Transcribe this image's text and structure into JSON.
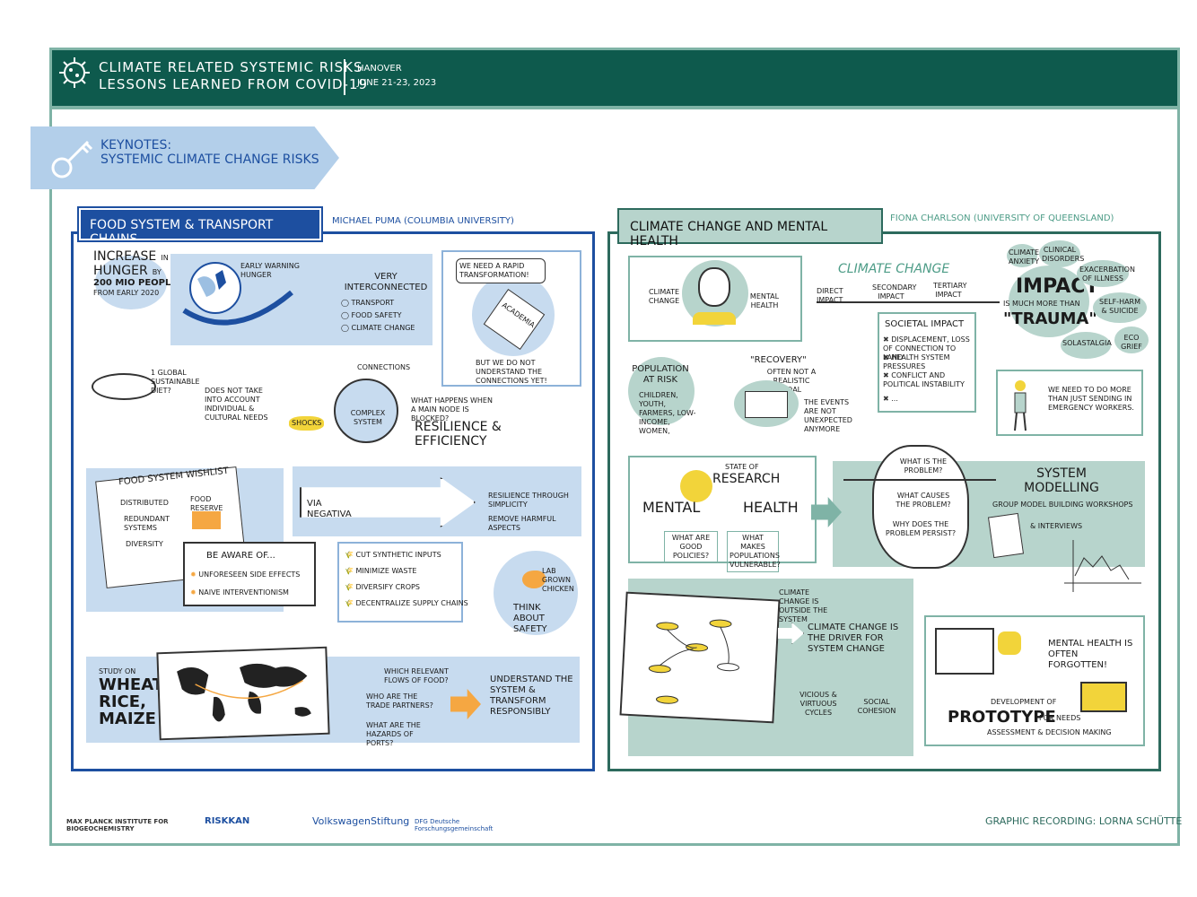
{
  "header": {
    "title_line1": "CLIMATE RELATED SYSTEMIC RISKS",
    "title_line2": "LESSONS LEARNED FROM COVID-19",
    "location": "HANOVER",
    "dates": "JUNE 21-23, 2023"
  },
  "keynotes": {
    "label": "KEYNOTES:",
    "topic": "SYSTEMIC CLIMATE CHANGE RISKS"
  },
  "left": {
    "title": "FOOD SYSTEM & TRANSPORT CHAINS",
    "speaker": "MICHAEL PUMA (COLUMBIA UNIVERSITY)",
    "hunger": {
      "l1": "INCREASE",
      "in": "IN",
      "l2": "HUNGER",
      "by": "BY",
      "l3": "200 MIO PEOPLE",
      "l4": "FROM EARLY 2020"
    },
    "early_warning": "EARLY WARNING HUNGER",
    "interconnected": {
      "title": "VERY INTERCONNECTED",
      "items": [
        "TRANSPORT",
        "FOOD SAFETY",
        "CLIMATE CHANGE"
      ]
    },
    "academia": {
      "speech": "WE NEED A RAPID TRANSFORMATION!",
      "book": "ACADEMIA",
      "note": "BUT WE DO NOT UNDERSTAND THE CONNECTIONS YET!"
    },
    "diet": {
      "q": "1 GLOBAL SUSTAINABLE DIET?",
      "note": "DOES NOT TAKE INTO ACCOUNT INDIVIDUAL & CULTURAL NEEDS"
    },
    "complex": {
      "connections": "CONNECTIONS",
      "shocks": "SHOCKS",
      "label": "COMPLEX SYSTEM",
      "question": "WHAT HAPPENS WHEN A MAIN NODE IS BLOCKED?",
      "res1": "RESILIENCE &",
      "res2": "EFFICIENCY"
    },
    "wishlist": {
      "title": "FOOD SYSTEM WISHLIST",
      "items": [
        "DISTRIBUTED",
        "REDUNDANT SYSTEMS",
        "DIVERSITY"
      ],
      "reserve": "FOOD RESERVE"
    },
    "aware": {
      "title": "BE AWARE OF...",
      "items": [
        "UNFORESEEN SIDE EFFECTS",
        "NAIVE INTERVENTIONISM"
      ]
    },
    "negativa": {
      "label": "VIA NEGATIVA",
      "r1": "RESILIENCE THROUGH SIMPLICITY",
      "r2": "REMOVE HARMFUL ASPECTS"
    },
    "actions": [
      "CUT SYNTHETIC INPUTS",
      "MINIMIZE WASTE",
      "DIVERSIFY CROPS",
      "DECENTRALIZE SUPPLY CHAINS"
    ],
    "chicken": {
      "label": "LAB GROWN CHICKEN",
      "think": "THINK ABOUT SAFETY"
    },
    "study": {
      "l1": "STUDY ON",
      "l2": "WHEAT,",
      "l3": "RICE,",
      "l4": "MAIZE"
    },
    "questions": [
      "WHICH RELEVANT FLOWS OF FOOD?",
      "WHO ARE THE TRADE PARTNERS?",
      "WHAT ARE THE HAZARDS OF PORTS?"
    ],
    "understand": "UNDERSTAND THE SYSTEM & TRANSFORM RESPONSIBLY"
  },
  "right": {
    "title": "CLIMATE CHANGE AND MENTAL HEALTH",
    "speaker": "FIONA CHARLSON (UNIVERSITY OF QUEENSLAND)",
    "person": {
      "left": "CLIMATE CHANGE",
      "right": "MENTAL HEALTH"
    },
    "cc": {
      "title": "CLIMATE CHANGE",
      "direct": "DIRECT IMPACT",
      "secondary": "SECONDARY IMPACT",
      "tertiary": "TERTIARY IMPACT"
    },
    "impact": {
      "title": "IMPACT",
      "sub": "IS MUCH MORE THAN",
      "trauma": "\"TRAUMA\""
    },
    "bubbles": [
      "CLIMATE ANXIETY",
      "CLINICAL DISORDERS",
      "EXACERBATION OF ILLNESS",
      "SELF-HARM & SUICIDE",
      "SOLASTALGIA",
      "ECO GRIEF"
    ],
    "societal": {
      "title": "SOCIETAL IMPACT",
      "items": [
        "DISPLACEMENT, LOSS OF CONNECTION TO LAND",
        "HEALTH SYSTEM PRESSURES",
        "CONFLICT AND POLITICAL INSTABILITY",
        "..."
      ]
    },
    "population": {
      "title": "POPULATION AT RISK",
      "list": "CHILDREN, YOUTH, FARMERS, LOW-INCOME, WOMEN,"
    },
    "recovery": {
      "title": "\"RECOVERY\"",
      "sub": "OFTEN NOT A REALISTIC GOAL",
      "events": "THE EVENTS ARE NOT UNEXPECTED ANYMORE"
    },
    "worker": "WE NEED TO DO MORE THAN JUST SENDING IN EMERGENCY WORKERS.",
    "research": {
      "state": "STATE OF",
      "title": "RESEARCH",
      "mental": "MENTAL",
      "health": "HEALTH",
      "q1": "WHAT ARE GOOD POLICIES?",
      "q2": "WHAT MAKES POPULATIONS VULNERABLE?"
    },
    "problem": {
      "q1": "WHAT IS THE PROBLEM?",
      "q2": "WHAT CAUSES THE PROBLEM?",
      "q3": "WHY DOES THE PROBLEM PERSIST?"
    },
    "modelling": {
      "title": "SYSTEM MODELLING",
      "sub": "GROUP MODEL BUILDING WORKSHOPS",
      "interviews": "& INTERVIEWS"
    },
    "driver": {
      "outside": "CLIMATE CHANGE IS OUTSIDE THE SYSTEM",
      "main": "CLIMATE CHANGE IS THE DRIVER FOR SYSTEM CHANGE",
      "vicious": "VICIOUS & VIRTUOUS CYCLES",
      "social": "SOCIAL COHESION"
    },
    "prototype": {
      "forgotten": "MENTAL HEALTH IS OFTEN FORGOTTEN!",
      "dev": "DEVELOPMENT OF",
      "word": "PROTOTYPE",
      "for": "FOR NEEDS",
      "decision": "ASSESSMENT & DECISION MAKING"
    }
  },
  "footer": {
    "logos": [
      "MAX PLANCK INSTITUTE FOR BIOGEOCHEMISTRY",
      "RISKKAN",
      "VolkswagenStiftung",
      "DFG Deutsche Forschungsgemeinschaft"
    ],
    "credit": "GRAPHIC RECORDING: LORNA SCHÜTTE"
  },
  "colors": {
    "teal_dark": "#0e5a4d",
    "teal_light": "#7fb3a6",
    "blue_dark": "#1d4fa0",
    "blue_light": "#c7dbef",
    "yellow": "#f2d43a",
    "orange": "#f5a742"
  }
}
